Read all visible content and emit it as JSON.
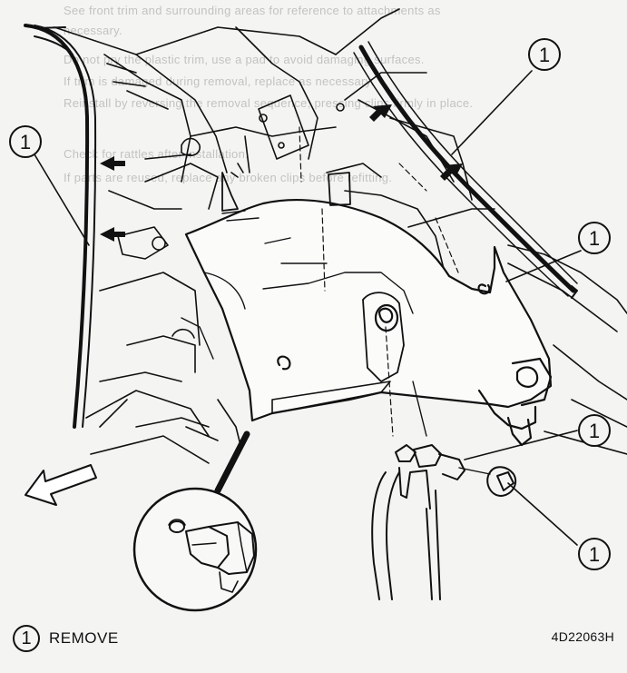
{
  "background_text": [
    "See front trim and surrounding areas for reference to attachments as",
    "necessary.",
    "Do not pry the plastic trim, use a pad to avoid damaging surfaces.",
    "If trim is damaged during removal, replace as necessary.",
    "Reinstall by reversing the removal sequence, pressing clips firmly in place.",
    "Check for rattles after installation.",
    "If parts are reused, replace any broken clips before refitting."
  ],
  "callouts": [
    {
      "label": "1"
    },
    {
      "label": "1"
    },
    {
      "label": "1"
    },
    {
      "label": "1"
    },
    {
      "label": "1"
    }
  ],
  "legend": {
    "number": "1",
    "text": "REMOVE"
  },
  "figure_code": "4D22063H",
  "colors": {
    "ink": "#111111",
    "paper": "#f4f4f2",
    "shade": "#d8d8d8"
  }
}
